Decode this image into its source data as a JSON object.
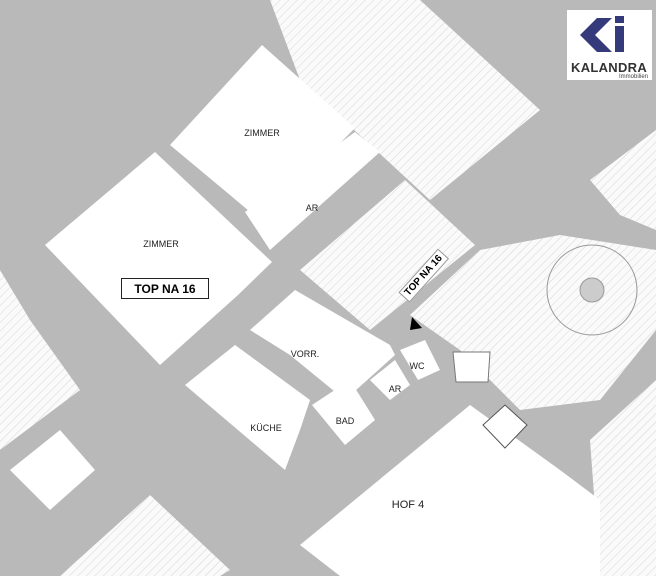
{
  "logo": {
    "name": "KALANDRA",
    "subtitle": "Immobilien",
    "color": "#343a7a"
  },
  "unit_label": "TOP NA 16",
  "unit_label_rotated": "TOP NA 16",
  "rooms": {
    "zimmer_1": "ZIMMER",
    "zimmer_2": "ZIMMER",
    "ar_1": "AR",
    "vorr": "VORR.",
    "kueche": "KÜCHE",
    "bad": "BAD",
    "ar_2": "AR",
    "wc": "WC",
    "hof": "HOF 4"
  }
}
